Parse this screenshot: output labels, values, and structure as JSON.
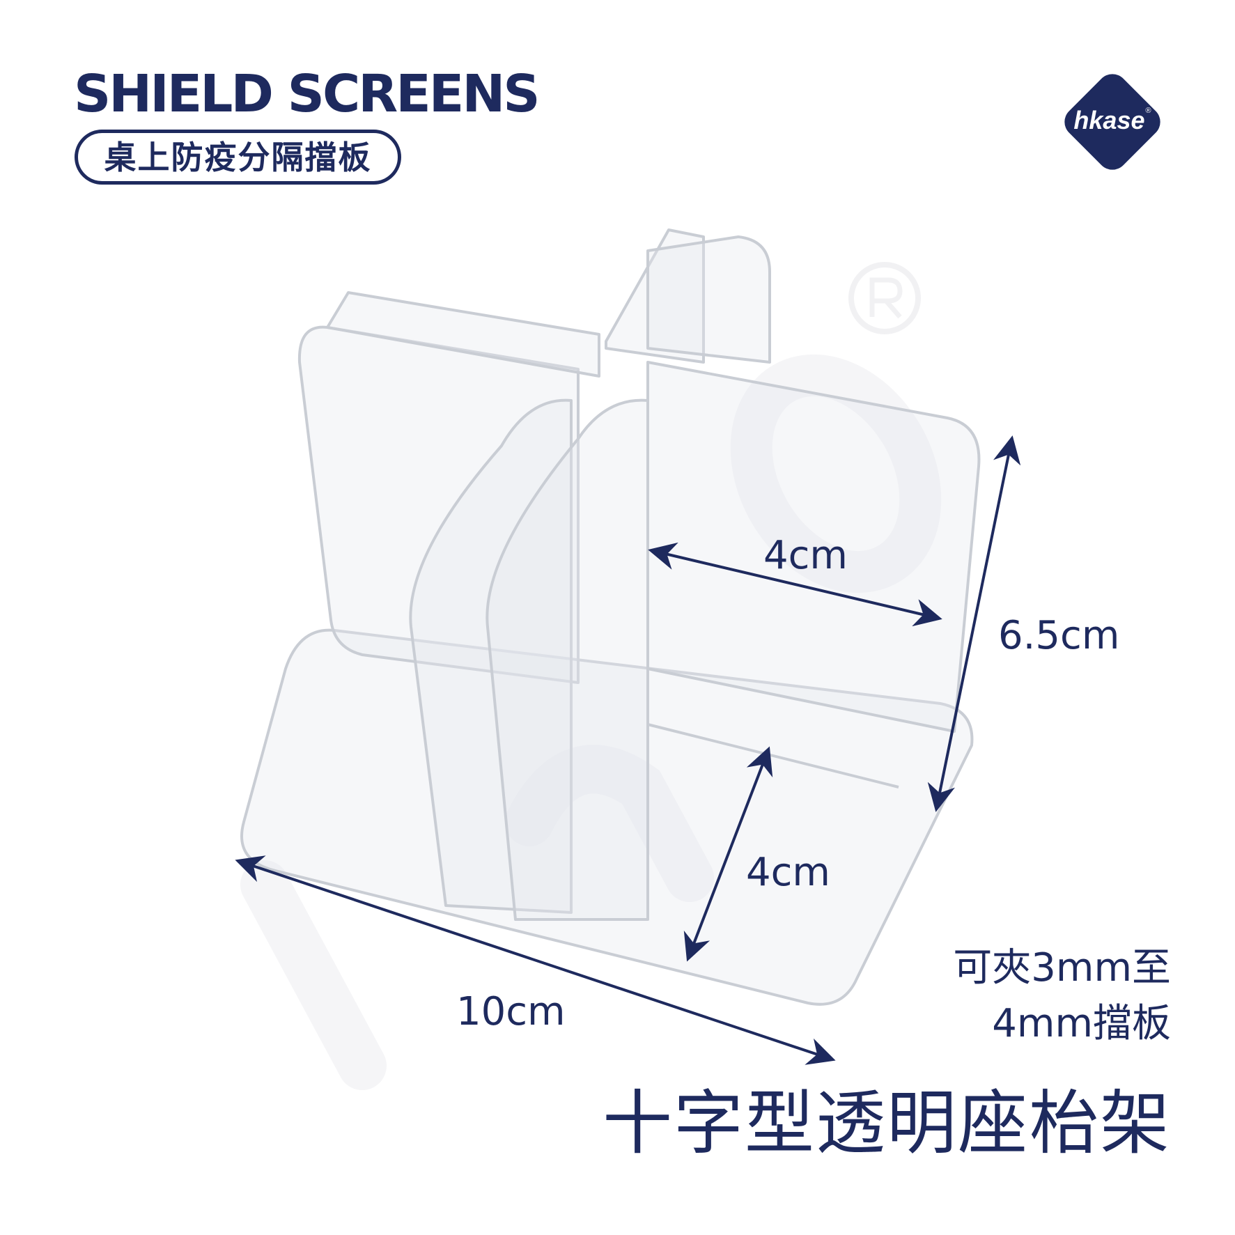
{
  "brand": {
    "title": "SHIELD SCREENS",
    "subtitle": "桌上防疫分隔擋板",
    "logo_text": "hkase",
    "logo_mark": "®"
  },
  "colors": {
    "navy": "#1e2a5e",
    "product": "#c9cdd4",
    "watermark": "#f1f1f3"
  },
  "dimensions": {
    "length": "10cm",
    "depth": "4cm",
    "width": "4cm",
    "height": "6.5cm"
  },
  "note": {
    "line1": "可夾3mm至",
    "line2": "4mm擋板"
  },
  "product_title": "十字型透明座枱架"
}
